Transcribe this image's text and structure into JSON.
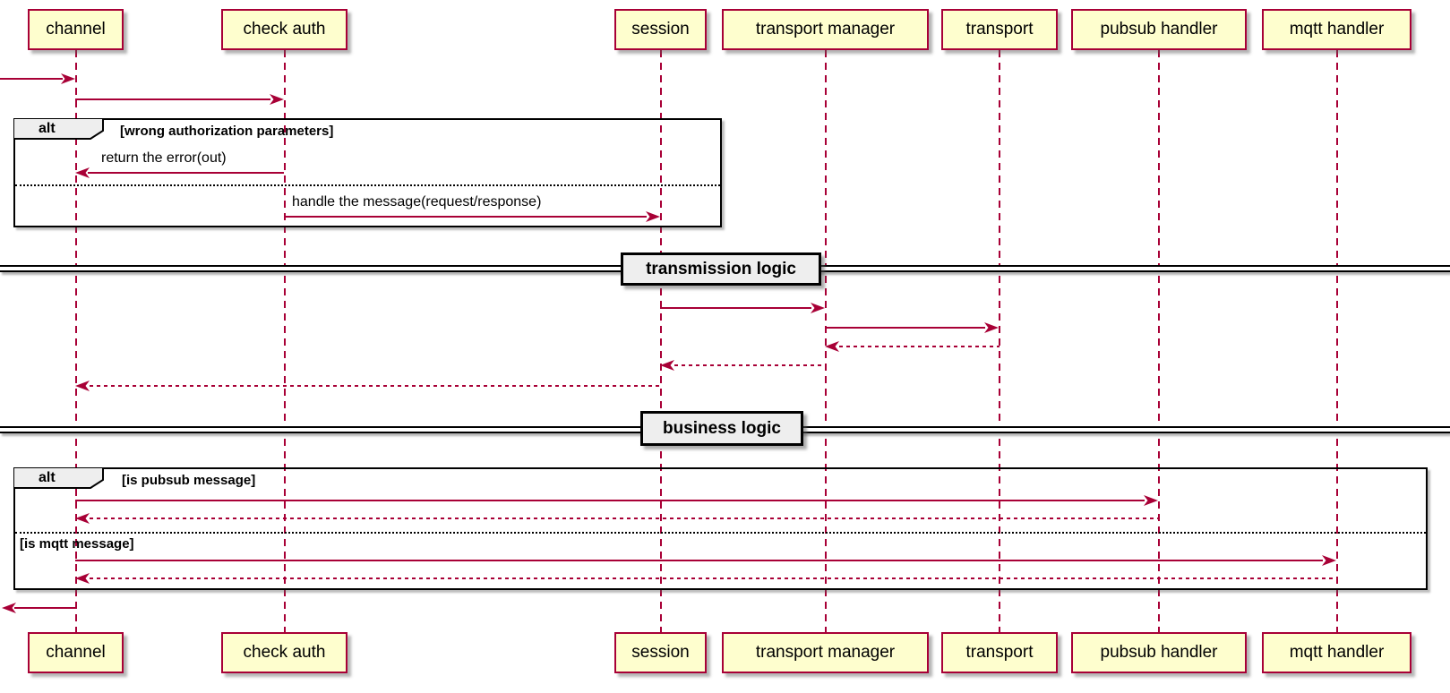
{
  "participants": [
    {
      "label": "channel"
    },
    {
      "label": "check auth"
    },
    {
      "label": "session"
    },
    {
      "label": "transport manager"
    },
    {
      "label": "transport"
    },
    {
      "label": "pubsub handler"
    },
    {
      "label": "mqtt handler"
    }
  ],
  "frames": {
    "auth_alt": {
      "operator": "alt",
      "condition": "[wrong authorization parameters]"
    },
    "business_alt": {
      "operator": "alt",
      "condition_pubsub": "[is pubsub message]",
      "condition_mqtt": "[is mqtt message]"
    }
  },
  "dividers": {
    "transmission": "transmission logic",
    "business": "business logic"
  },
  "messages": {
    "return_error": "return the error(out)",
    "handle_message": "handle the message(request/response)"
  },
  "flows": [
    {
      "from": "outside-left",
      "to": "channel",
      "style": "solid"
    },
    {
      "from": "channel",
      "to": "check auth",
      "style": "solid"
    },
    {
      "from": "check auth",
      "to": "channel",
      "style": "solid",
      "label": "return the error(out)"
    },
    {
      "from": "check auth",
      "to": "session",
      "style": "solid",
      "label": "handle the message(request/response)"
    },
    {
      "from": "session",
      "to": "transport manager",
      "style": "solid"
    },
    {
      "from": "transport manager",
      "to": "transport",
      "style": "solid"
    },
    {
      "from": "transport",
      "to": "transport manager",
      "style": "dotted"
    },
    {
      "from": "transport manager",
      "to": "session",
      "style": "dotted"
    },
    {
      "from": "session",
      "to": "channel",
      "style": "dotted"
    },
    {
      "from": "channel",
      "to": "pubsub handler",
      "style": "solid"
    },
    {
      "from": "pubsub handler",
      "to": "channel",
      "style": "dotted"
    },
    {
      "from": "channel",
      "to": "mqtt handler",
      "style": "solid"
    },
    {
      "from": "mqtt handler",
      "to": "channel",
      "style": "dotted"
    },
    {
      "from": "channel",
      "to": "outside-left",
      "style": "solid"
    }
  ],
  "colors": {
    "accent": "#A80036",
    "participant_fill": "#FEFECE",
    "fragment_label_fill": "#EEEEEE",
    "frame_border": "#000000",
    "background": "#FFFFFF"
  }
}
